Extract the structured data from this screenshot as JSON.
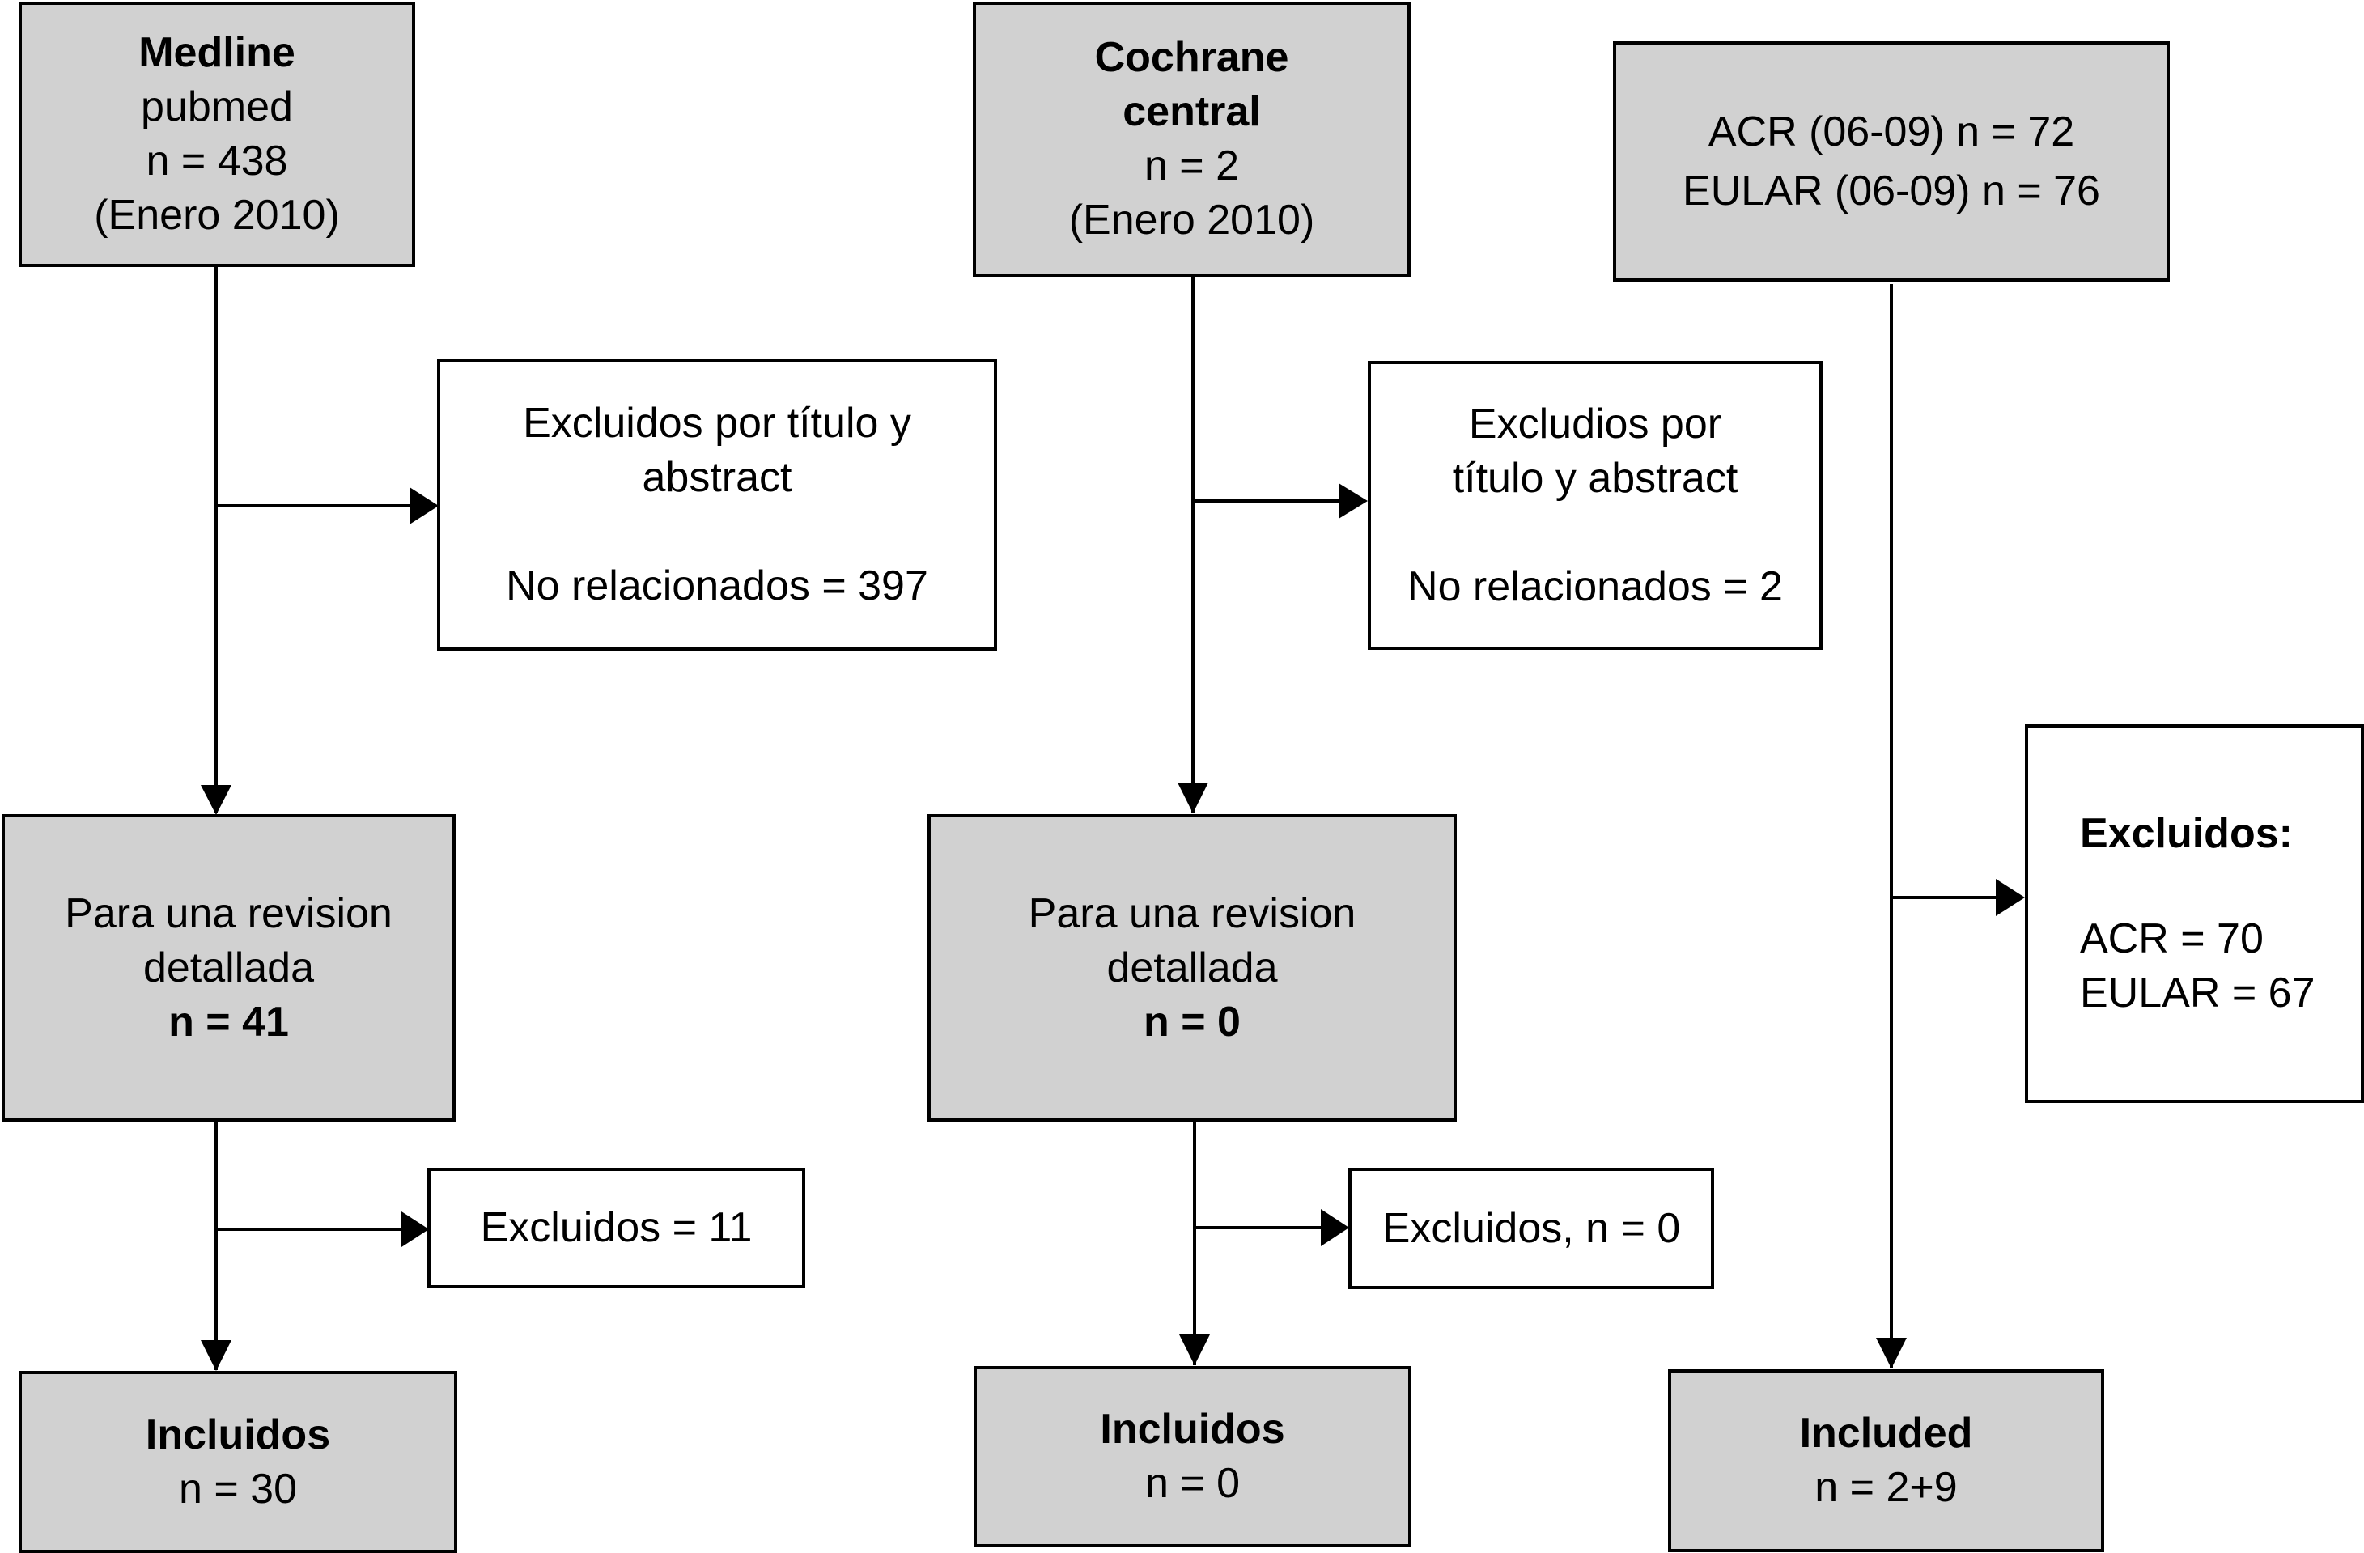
{
  "medline": {
    "db_name": "Medline",
    "platform": "pubmed",
    "count": "n = 438",
    "date": "(Enero 2010)",
    "excluded_title_line1": "Excluidos por título y",
    "excluded_title_line2": "abstract",
    "excluded_unrelated": "No relacionados = 397",
    "review_line1": "Para una revision",
    "review_line2": "detallada",
    "review_count": "n = 41",
    "excluded_final": "Excluidos = 11",
    "included_label": "Incluidos",
    "included_count": "n = 30"
  },
  "cochrane": {
    "db_name_line1": "Cochrane",
    "db_name_line2": "central",
    "count": "n = 2",
    "date": "(Enero 2010)",
    "excluded_title_line1": "Excludios por",
    "excluded_title_line2": "título y abstract",
    "excluded_unrelated": "No relacionados = 2",
    "review_line1": "Para una revision",
    "review_line2": "detallada",
    "review_count": "n = 0",
    "excluded_final": "Excluidos, n = 0",
    "included_label": "Incluidos",
    "included_count": "n = 0"
  },
  "congress": {
    "acr": "ACR (06-09) n = 72",
    "eular": "EULAR (06-09) n = 76",
    "excluded_label": "Excluidos:",
    "excluded_acr": "ACR = 70",
    "excluded_eular": "EULAR = 67",
    "included_label": "Included",
    "included_count": "n = 2+9"
  },
  "colors": {
    "source_box_fill": "#d1d1d1",
    "exclusion_box_fill": "#ffffff",
    "stroke": "#000000"
  }
}
